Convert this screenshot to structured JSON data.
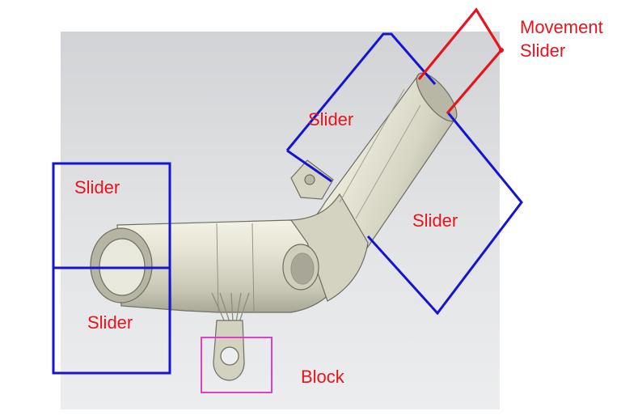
{
  "labels": {
    "slider_upper_arm": "Slider",
    "slider_right": "Slider",
    "slider_left_top": "Slider",
    "slider_left_bottom": "Slider",
    "block": "Block",
    "movement_line1": "Movement",
    "movement_line2": "Slider"
  },
  "colors": {
    "background_panel": "#d9dadc",
    "part_body": "#e3e2d4",
    "slider_box": "#1414d2",
    "block_box": "#e040c0",
    "movement_slider": "#e8141c",
    "label_text": "#e8141c"
  }
}
